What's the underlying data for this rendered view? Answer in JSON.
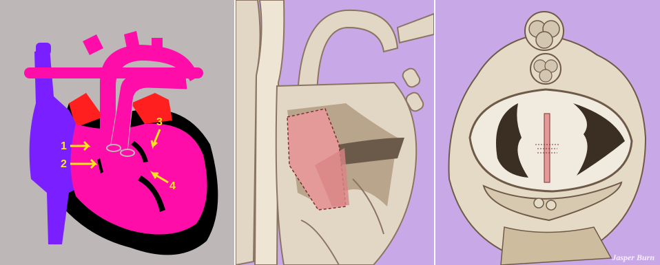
{
  "panels": [
    {
      "id": "schematic",
      "colors": {
        "background": "#bdb8b7",
        "right_heart": "#7a1fff",
        "left_heart": "#ff0da8",
        "atria": "#ff1f1f",
        "outline": "#000000",
        "labels": "#ffe81a"
      },
      "labels": [
        "1",
        "2",
        "3",
        "4"
      ]
    },
    {
      "id": "surgical-repair-illustration",
      "colors": {
        "background": "#c9a8e8",
        "tissue": "#e2d7c4",
        "shade": "#8a7562",
        "patch": "#e59a9a"
      }
    },
    {
      "id": "valve-view-illustration",
      "colors": {
        "background": "#c9a8e8",
        "tissue": "#e4dac6",
        "shade": "#6f5a47",
        "patch": "#e59a9a"
      },
      "signature": "Jasper Burn"
    }
  ]
}
